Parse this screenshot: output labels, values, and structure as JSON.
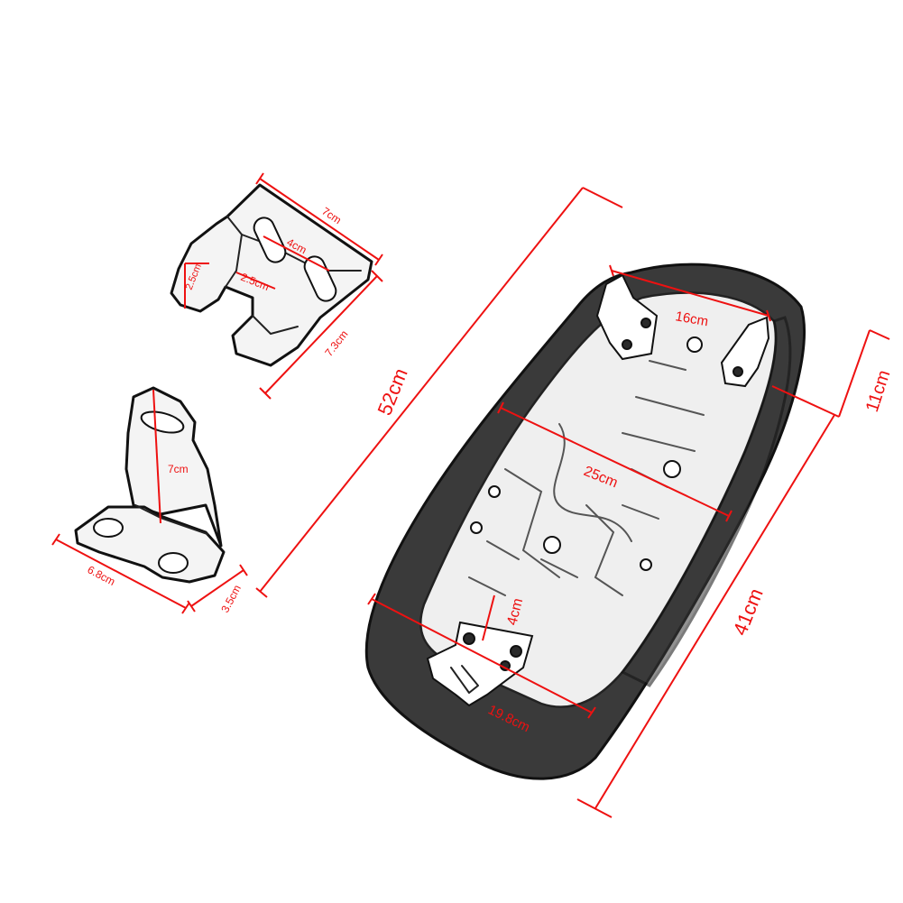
{
  "diagram": {
    "parts": [
      {
        "name": "top-bracket",
        "dimensions": [
          "7cm",
          "4cm",
          "2.5cm",
          "2.5cm",
          "7.3cm"
        ]
      },
      {
        "name": "l-bracket",
        "dimensions": [
          "7cm",
          "6.8cm",
          "3.5cm"
        ]
      },
      {
        "name": "seat",
        "dimensions": [
          "52cm",
          "16cm",
          "11cm",
          "25cm",
          "41cm",
          "4cm",
          "19.8cm"
        ]
      }
    ],
    "labels": {
      "top_bracket_width": "7cm",
      "top_bracket_slot": "4cm",
      "top_bracket_side": "2.5cm",
      "top_bracket_notch": "2.5cm",
      "top_bracket_depth": "7.3cm",
      "l_bracket_height": "7cm",
      "l_bracket_width": "6.8cm",
      "l_bracket_depth": "3.5cm",
      "seat_length": "52cm",
      "seat_front_mount": "16cm",
      "seat_front_height": "11cm",
      "seat_mid_width": "25cm",
      "seat_base_length": "41cm",
      "seat_rear_mount": "4cm",
      "seat_rear_width": "19.8cm"
    },
    "colors": {
      "dimension": "#ee1111",
      "outline": "#111111"
    }
  }
}
